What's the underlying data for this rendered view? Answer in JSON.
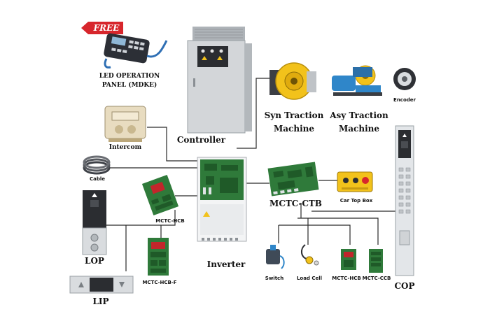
{
  "badge": {
    "free": "FREE"
  },
  "labels": {
    "led_panel_line1": "LED OPERATION",
    "led_panel_line2": "PANEL (MDKE)",
    "controller": "Controller",
    "syn_line1": "Syn Traction",
    "syn_line2": "Machine",
    "asy_line1": "Asy Traction",
    "asy_line2": "Machine",
    "encoder": "Encoder",
    "intercom": "Intercom",
    "cable": "Cable",
    "mctc_ctb": "MCTC-CTB",
    "car_top_box": "Car Top Box",
    "mctc_hcb_left": "MCTC-HCB",
    "mctc_hcb_f": "MCTC-HCB-F",
    "lop": "LOP",
    "lip": "LIP",
    "inverter": "Inverter",
    "switch": "Switch",
    "load_cell": "Load Cell",
    "mctc_hcb_right": "MCTC-HCB",
    "mctc_ccb": "MCTC-CCB",
    "cop": "COP"
  },
  "colors": {
    "line": "#2a2a2a",
    "badge": "#d7262c",
    "machine_yellow": "#f2c21b",
    "machine_blue": "#2f86c9",
    "pcb_green": "#2f7a3a",
    "cabinet_gray": "#c9cdd1"
  }
}
